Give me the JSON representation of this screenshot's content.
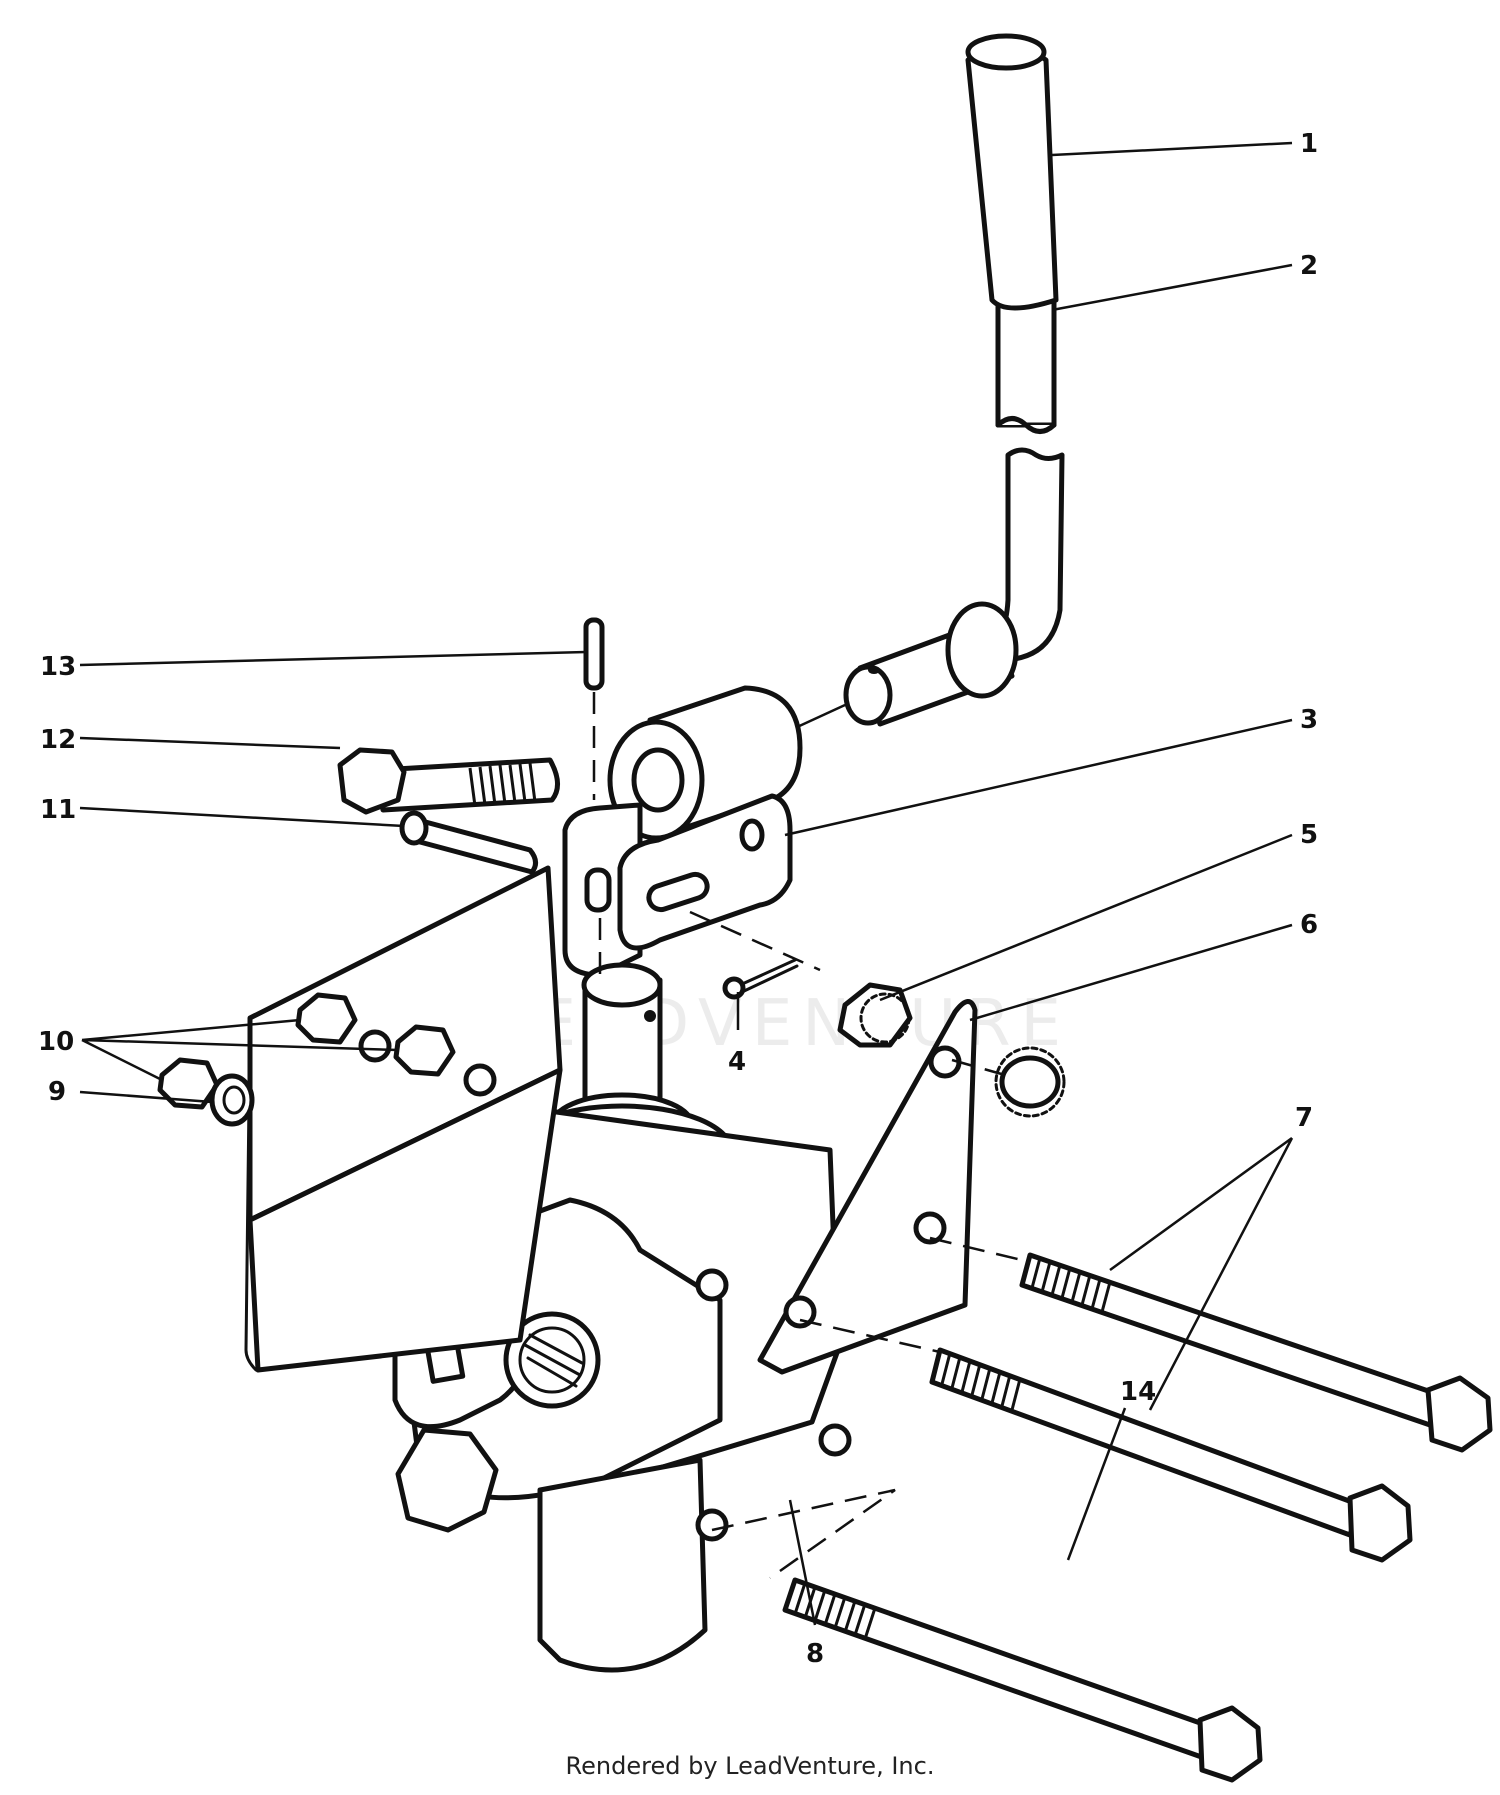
{
  "callouts": [
    {
      "id": "1",
      "label": "1"
    },
    {
      "id": "2",
      "label": "2"
    },
    {
      "id": "3",
      "label": "3"
    },
    {
      "id": "4",
      "label": "4"
    },
    {
      "id": "5",
      "label": "5"
    },
    {
      "id": "6",
      "label": "6"
    },
    {
      "id": "7",
      "label": "7"
    },
    {
      "id": "8",
      "label": "8"
    },
    {
      "id": "9",
      "label": "9"
    },
    {
      "id": "10",
      "label": "10"
    },
    {
      "id": "11",
      "label": "11"
    },
    {
      "id": "12",
      "label": "12"
    },
    {
      "id": "13",
      "label": "13"
    },
    {
      "id": "14",
      "label": "14"
    }
  ],
  "watermark": "LEADVENTURE",
  "footer": "Rendered by LeadVenture, Inc.",
  "colors": {
    "ink": "#111111",
    "background": "#ffffff",
    "watermark": "#ececec"
  }
}
